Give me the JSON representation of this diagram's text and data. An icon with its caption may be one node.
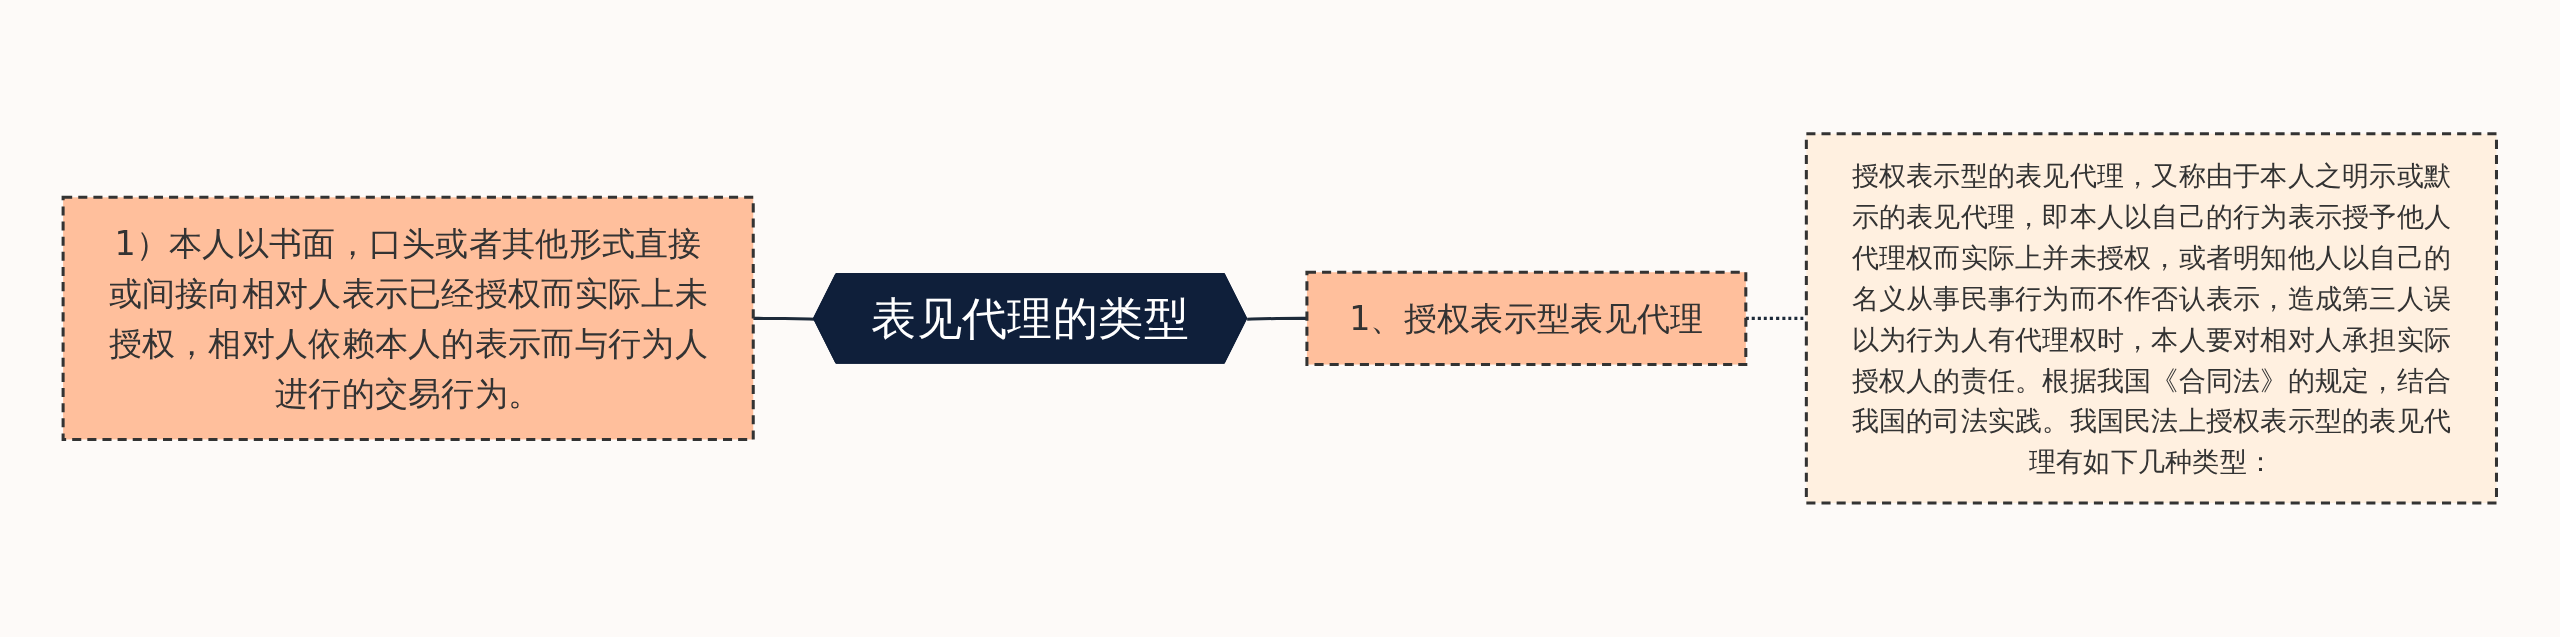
{
  "diagram": {
    "nodes": [
      {
        "text": [
          "1）本人以书面，口头或者其他形式直接或间接向相对人表示已经授权而实际上未授权，相对人依赖本人的表示而与行为人进行的交易行为。"
        ]
      },
      {
        "text": [
          "表见代理的类型"
        ]
      },
      {
        "text": [
          "1、授权表示型表见代理"
        ]
      },
      {
        "text": [
          "授权表示型的表见代理，又称由于本人之明示或默示的表见代理，即本人以自己的行为表示授予他人代理权而实际上并未授权，或者明知他人以自己的名义从事民事行为而不作否认表示，造成第三人误以为行为人有代理权时，本人要对相对人承担实际授权人的责任。根据我国《合同法》的规定，结合我国的司法实践。我国民法上授权表示型的表见代理有如下几种类型："
        ]
      }
    ],
    "edges": [
      {
        "from": 0,
        "to": 1,
        "arrow": "none"
      },
      {
        "from": 1,
        "to": 2,
        "arrow": "none"
      },
      {
        "from": 2,
        "to": 3,
        "arrow": "none",
        "style": "dashed"
      }
    ]
  }
}
